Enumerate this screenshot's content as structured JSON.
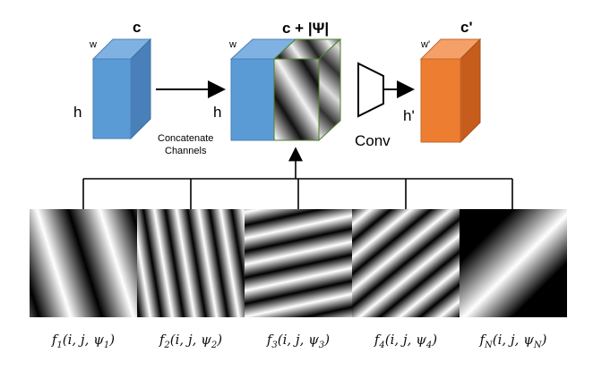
{
  "input_block": {
    "w": "w",
    "c": "c",
    "h": "h"
  },
  "arrow_label": {
    "line1": "Concatenate",
    "line2": "Channels"
  },
  "concat_block": {
    "w": "w",
    "c": "c  + |Ψ|",
    "h": "h"
  },
  "conv_label": "Conv",
  "output_block": {
    "w": "w'",
    "c": "c'",
    "h": "h'"
  },
  "colors": {
    "input": "#5b9bd5",
    "output": "#ed7d31",
    "outline": "#4f7f2a"
  },
  "filters": [
    {
      "name": "f",
      "idx": "1",
      "sub": "1",
      "icon": "gabor-filter-1"
    },
    {
      "name": "f",
      "idx": "2",
      "sub": "2",
      "icon": "gabor-filter-2"
    },
    {
      "name": "f",
      "idx": "3",
      "sub": "3",
      "icon": "gabor-filter-3"
    },
    {
      "name": "f",
      "idx": "4",
      "sub": "4",
      "icon": "gabor-filter-4"
    },
    {
      "name": "f",
      "idx": "N",
      "sub": "N",
      "icon": "gabor-filter-N"
    }
  ]
}
